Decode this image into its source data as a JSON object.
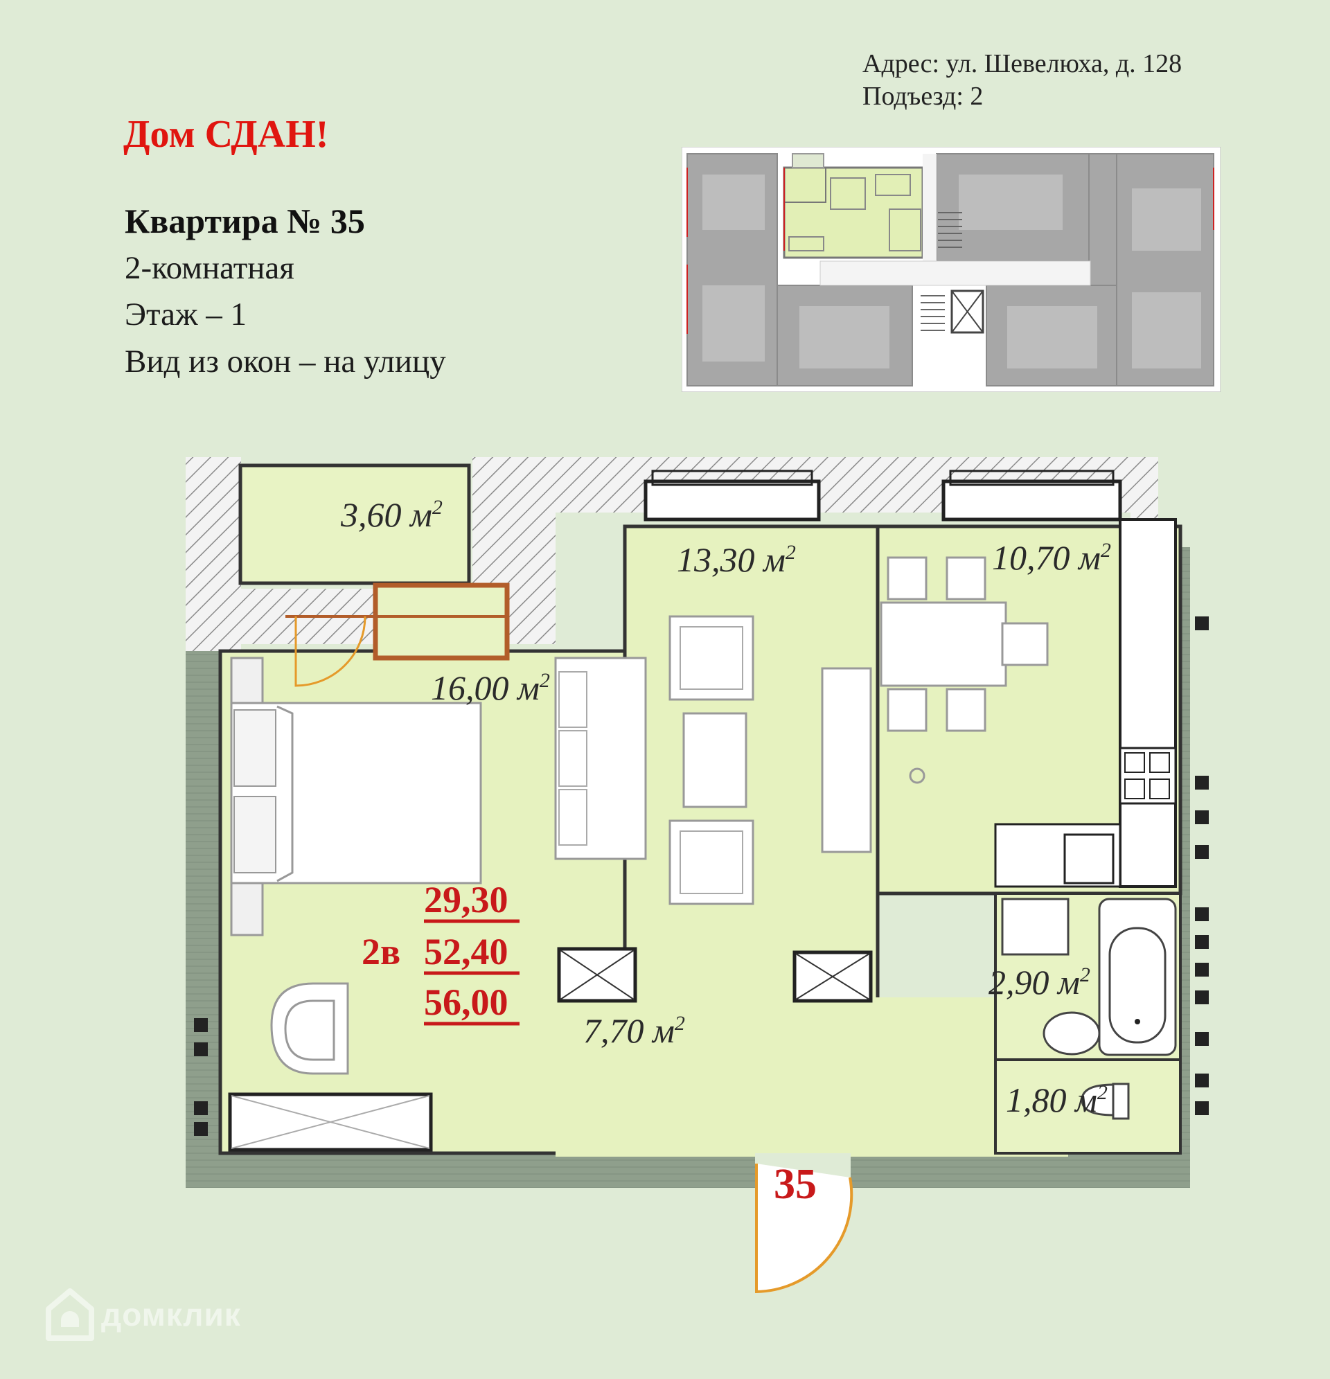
{
  "header": {
    "status": "Дом СДАН!",
    "apartment_title": "Квартира № 35",
    "rooms": "2-комнатная",
    "floor": "Этаж – 1",
    "view": "Вид из окон – на улицу",
    "address": "Адрес: ул. Шевелюха, д. 128",
    "entrance": "Подъезд: 2"
  },
  "plan": {
    "areas": {
      "balcony": "3,60",
      "living_room": "13,30",
      "kitchen": "10,70",
      "bedroom": "16,00",
      "hall": "7,70",
      "bathroom": "2,90",
      "toilet": "1,80"
    },
    "unit": "м",
    "unit_sup": "2",
    "summary": {
      "type": "2в",
      "living_area": "29,30",
      "total_area": "52,40",
      "total_with_balcony": "56,00"
    },
    "apartment_number": "35"
  },
  "watermark": {
    "text": "домклик"
  },
  "colors": {
    "background": "#dfebd6",
    "room_fill": "#e6f2bf",
    "wall_gray": "#8a9a86",
    "accent_red": "#c8191a",
    "status_red": "#e0150f",
    "window_orange": "#b25d2a"
  }
}
